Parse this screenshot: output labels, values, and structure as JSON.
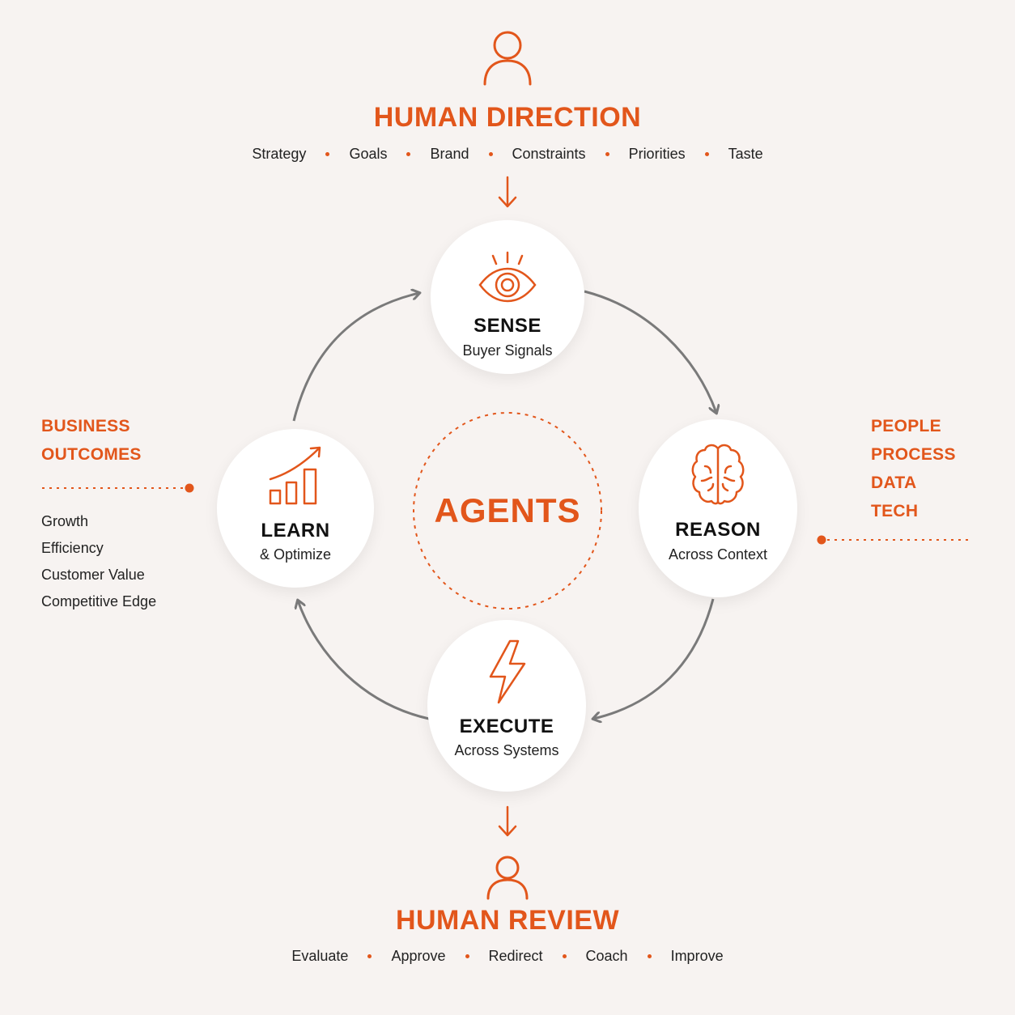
{
  "top": {
    "title": "HUMAN DIRECTION",
    "items": [
      "Strategy",
      "Goals",
      "Brand",
      "Constraints",
      "Priorities",
      "Taste"
    ]
  },
  "bottom": {
    "title": "HUMAN REVIEW",
    "items": [
      "Evaluate",
      "Approve",
      "Redirect",
      "Coach",
      "Improve"
    ]
  },
  "center": {
    "label": "AGENTS"
  },
  "nodes": {
    "sense": {
      "title": "SENSE",
      "subtitle": "Buyer Signals",
      "icon": "eye-icon"
    },
    "reason": {
      "title": "REASON",
      "subtitle": "Across Context",
      "icon": "brain-icon"
    },
    "execute": {
      "title": "EXECUTE",
      "subtitle": "Across Systems",
      "icon": "lightning-icon"
    },
    "learn": {
      "title": "LEARN",
      "subtitle": "& Optimize",
      "icon": "growth-chart-icon"
    }
  },
  "left_panel": {
    "heading": [
      "BUSINESS",
      "OUTCOMES"
    ],
    "items": [
      "Growth",
      "Efficiency",
      "Customer Value",
      "Competitive Edge"
    ]
  },
  "right_panel": {
    "heading": [
      "PEOPLE",
      "PROCESS",
      "DATA",
      "TECH"
    ]
  },
  "colors": {
    "accent": "#e2561b",
    "arrow": "#7a7a7a",
    "background": "#f7f3f1",
    "node": "#ffffff"
  }
}
